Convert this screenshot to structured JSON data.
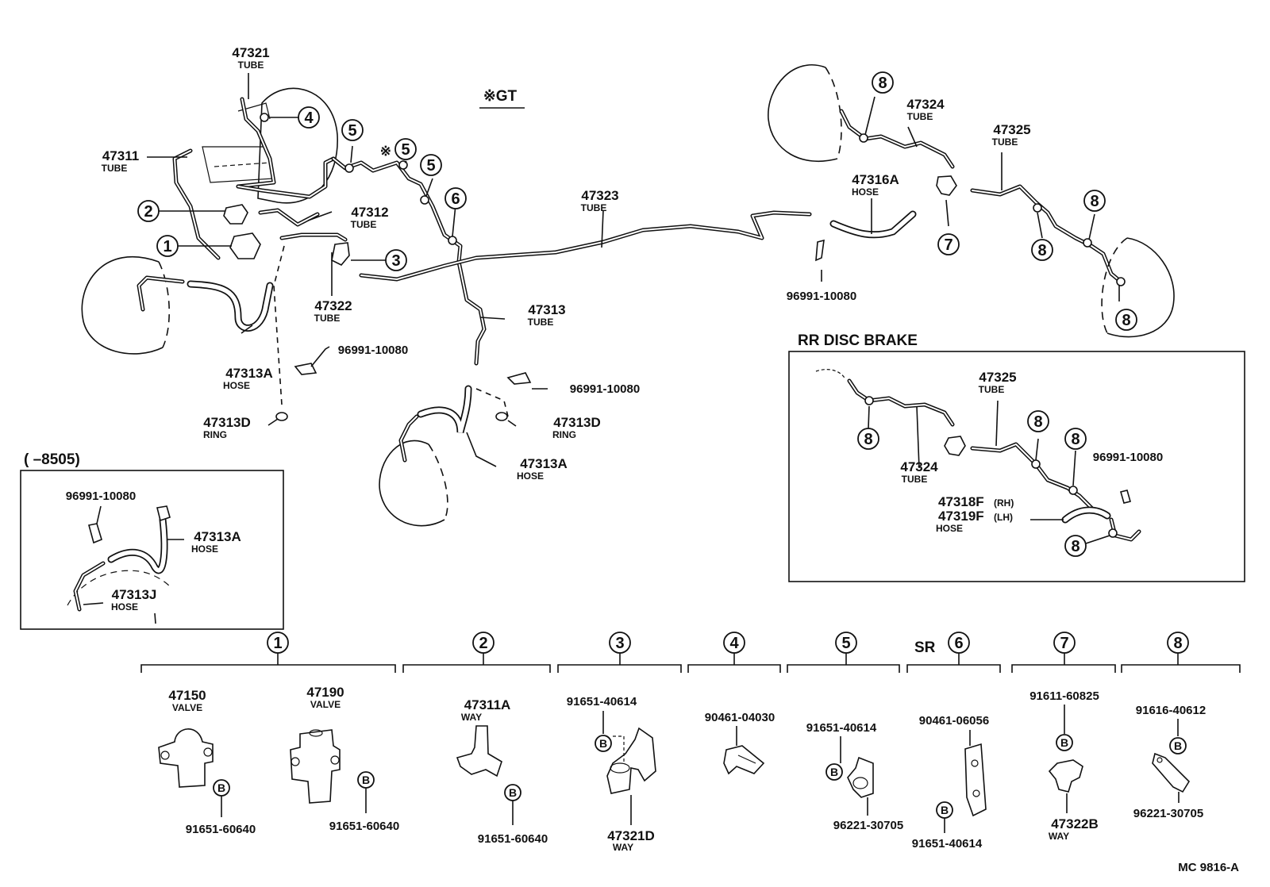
{
  "labels": {
    "p47321": "47321",
    "p47321_t": "TUBE",
    "p47311": "47311",
    "p47311_t": "TUBE",
    "p47312": "47312",
    "p47312_t": "TUBE",
    "p47322": "47322",
    "p47322_t": "TUBE",
    "p47313A_l": "47313A",
    "p47313A_l_t": "HOSE",
    "p96991_a": "96991-10080",
    "p47313D_l": "47313D",
    "p47313D_l_t": "RING",
    "gt": "※GT",
    "p47323": "47323",
    "p47323_t": "TUBE",
    "p47313": "47313",
    "p47313_t": "TUBE",
    "p96991_b": "96991-10080",
    "p47313D_m": "47313D",
    "p47313D_m_t": "RING",
    "p47313A_m": "47313A",
    "p47313A_m_t": "HOSE",
    "p47324_top": "47324",
    "p47324_top_t": "TUBE",
    "p47325_top": "47325",
    "p47325_top_t": "TUBE",
    "p47316A": "47316A",
    "p47316A_t": "HOSE",
    "p96991_c": "96991-10080",
    "rr_title": "RR  DISC  BRAKE",
    "p47325_rr": "47325",
    "p47325_rr_t": "TUBE",
    "p47324_rr": "47324",
    "p47324_rr_t": "TUBE",
    "p96991_rr": "96991-10080",
    "p47318F": "47318F",
    "p47318F_s": "(RH)",
    "p47319F": "47319F",
    "p47319F_s": "(LH)",
    "p4731xF_t": "HOSE",
    "inset_title": "(      –8505)",
    "p96991_in": "96991-10080",
    "p47313A_in": "47313A",
    "p47313A_in_t": "HOSE",
    "p47313J": "47313J",
    "p47313J_t": "HOSE",
    "mark_5star": "※",
    "sr": "SR",
    "code": "MC  9816-A"
  },
  "callouts": [
    "1",
    "2",
    "3",
    "4",
    "5",
    "6",
    "7",
    "8"
  ],
  "bolt": "B",
  "details": {
    "d1a_pn": "47150",
    "d1a_t": "VALVE",
    "d1a_b": "91651-60640",
    "d1b_pn": "47190",
    "d1b_t": "VALVE",
    "d1b_b": "91651-60640",
    "d2_pn": "47311A",
    "d2_t": "WAY",
    "d2_b": "91651-60640",
    "d3_top": "91651-40614",
    "d3_pn": "47321D",
    "d3_t": "WAY",
    "d4_pn": "90461-04030",
    "d5_top": "91651-40614",
    "d5_bot": "96221-30705",
    "d6_top": "90461-06056",
    "d6_bot": "91651-40614",
    "d7_top": "91611-60825",
    "d7_pn": "47322B",
    "d7_t": "WAY",
    "d8_top": "91616-40612",
    "d8_bot": "96221-30705"
  }
}
